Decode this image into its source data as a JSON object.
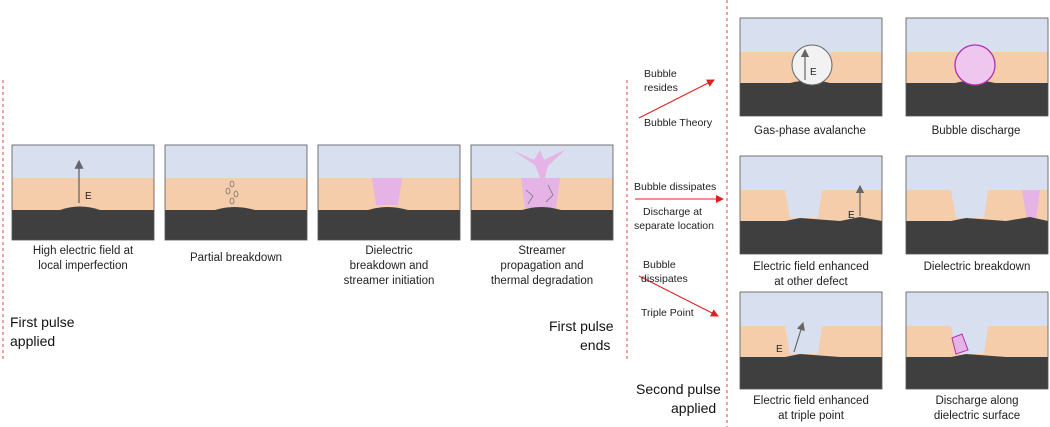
{
  "panels": {
    "p1": {
      "caption_line1": "High electric field at",
      "caption_line2": "local imperfection",
      "field_label": "E"
    },
    "p2": {
      "caption_line1": "Partial breakdown"
    },
    "p3": {
      "caption_line1": "Dielectric",
      "caption_line2": "breakdown and",
      "caption_line3": "streamer initiation"
    },
    "p4": {
      "caption_line1": "Streamer",
      "caption_line2": "propagation and",
      "caption_line3": "thermal degradation"
    },
    "r1a": {
      "caption_line1": "Gas-phase avalanche",
      "field_label": "E"
    },
    "r1b": {
      "caption_line1": "Bubble discharge"
    },
    "r2a": {
      "caption_line1": "Electric field enhanced",
      "caption_line2": "at other defect",
      "field_label": "E"
    },
    "r2b": {
      "caption_line1": "Dielectric breakdown"
    },
    "r3a": {
      "caption_line1": "Electric field enhanced",
      "caption_line2": "at triple point",
      "field_label": "E"
    },
    "r3b": {
      "caption_line1": "Discharge along",
      "caption_line2": "dielectric surface"
    }
  },
  "labels": {
    "first_pulse_applied_1": "First pulse",
    "first_pulse_applied_2": "applied",
    "first_pulse_ends_1": "First pulse",
    "first_pulse_ends_2": "ends",
    "second_pulse_applied_1": "Second pulse",
    "second_pulse_applied_2": "applied"
  },
  "arrows": {
    "a1_top_1": "Bubble",
    "a1_top_2": "resides",
    "a1_bottom": "Bubble Theory",
    "a2_top": "Bubble dissipates",
    "a2_bottom_1": "Discharge at",
    "a2_bottom_2": "separate location",
    "a3_top_1": "Bubble",
    "a3_top_2": "dissipates",
    "a3_bottom": "Triple Point"
  },
  "colors": {
    "sky": "#d8e0f0",
    "dielectric": "#f6cdaa",
    "substrate": "#3f3f3f",
    "discharge": "#e6b3e6",
    "guide_line": "#e04545",
    "arrow": "#e02020"
  }
}
